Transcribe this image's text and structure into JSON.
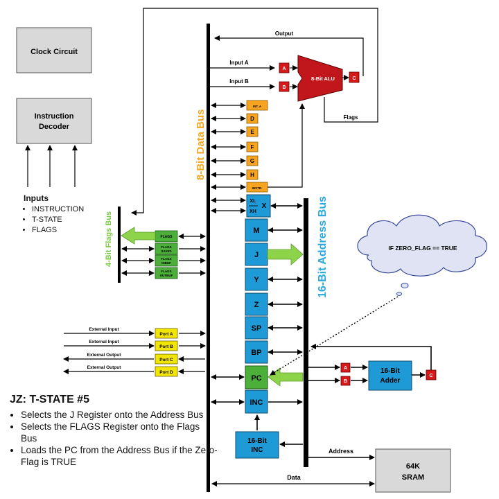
{
  "blocks": {
    "clock": "Clock Circuit",
    "decoder_line1": "Instruction",
    "decoder_line2": "Decoder",
    "sram_line1": "64K",
    "sram_line2": "SRAM"
  },
  "inputs": {
    "title": "Inputs",
    "items": [
      "INSTRUCTION",
      "T-STATE",
      "FLAGS"
    ]
  },
  "buses": {
    "data_bus": "8-Bit Data Bus",
    "address_bus": "16-Bit Address Bus",
    "flags_bus": "4-Bit Flags Bus"
  },
  "alu": {
    "label": "8-Bit ALU",
    "reg_a": "A",
    "reg_b": "B",
    "reg_c": "C",
    "input_a": "Input A",
    "input_b": "Input B",
    "output": "Output",
    "flags": "Flags"
  },
  "data_registers": [
    "INT. A",
    "D",
    "E",
    "F",
    "G",
    "H",
    "INSTR."
  ],
  "xreg": {
    "xl": "XL",
    "xh": "XH",
    "x": "X"
  },
  "address_registers": [
    "M",
    "J",
    "Y",
    "Z",
    "SP",
    "BP"
  ],
  "pc": "PC",
  "inc": "INC",
  "inc16_line1": "16-Bit",
  "inc16_line2": "INC",
  "adder": {
    "line1": "16-Bit",
    "line2": "Adder",
    "reg_a": "A",
    "reg_b": "B",
    "reg_c": "C"
  },
  "flag_registers": [
    {
      "line1": "FLAGS",
      "line2": ""
    },
    {
      "line1": "FLAGS",
      "line2": "SAVED"
    },
    {
      "line1": "FLAGS",
      "line2": "INBUF"
    },
    {
      "line1": "FLAGS",
      "line2": "OUTBUF"
    }
  ],
  "ports": [
    {
      "name": "Port A",
      "label": "External Input"
    },
    {
      "name": "Port B",
      "label": "External Input"
    },
    {
      "name": "Port C",
      "label": "External Output"
    },
    {
      "name": "Port D",
      "label": "External Output"
    }
  ],
  "condition": "IF ZERO_FLAG == TRUE",
  "address_label": "Address",
  "data_label": "Data",
  "description": {
    "title": "JZ: T-STATE #5",
    "bullets": [
      "Selects the J Register onto the Address Bus",
      "Selects the FLAGS Register onto the Flags Bus",
      "Loads the PC from the Address Bus if the Zero-Flag is TRUE"
    ]
  },
  "colors": {
    "data_bus_label": "#f5a623",
    "address_bus_label": "#29a8e0",
    "flags_bus_label": "#7ac943",
    "orange_reg": "#f7a520",
    "blue_reg": "#1e9ad6",
    "green_reg": "#4caf3a",
    "green_hl": "#8ed44a",
    "red_reg": "#d7191c",
    "alu": "#c0161c",
    "gray_block": "#d9d9d9",
    "port": "#f2e600",
    "cloud": "#dfe3f3"
  }
}
